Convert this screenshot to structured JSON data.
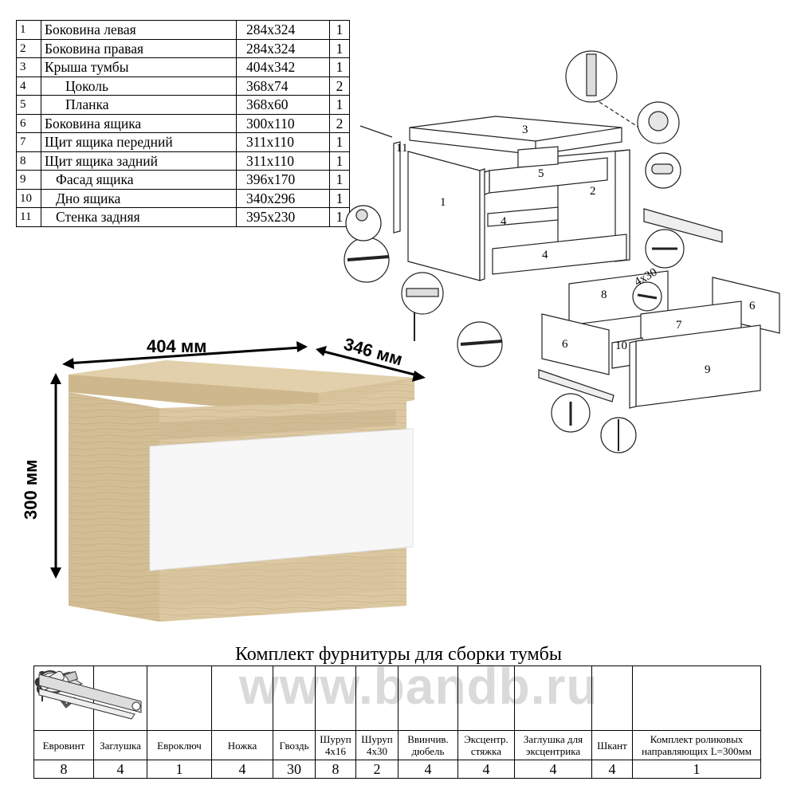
{
  "parts_table": {
    "rows": [
      {
        "num": "1",
        "name": "Боковина левая",
        "size": "284x324",
        "qty": "1"
      },
      {
        "num": "2",
        "name": "Боковина правая",
        "size": "284x324",
        "qty": "1"
      },
      {
        "num": "3",
        "name": "Крыша тумбы",
        "size": "404x342",
        "qty": "1"
      },
      {
        "num": "4",
        "name": "Цоколь",
        "size": "368x74",
        "qty": "2"
      },
      {
        "num": "5",
        "name": "Планка",
        "size": "368x60",
        "qty": "1"
      },
      {
        "num": "6",
        "name": "Боковина ящика",
        "size": "300x110",
        "qty": "2"
      },
      {
        "num": "7",
        "name": "Щит ящика передний",
        "size": "311x110",
        "qty": "1"
      },
      {
        "num": "8",
        "name": "Щит ящика задний",
        "size": "311x110",
        "qty": "1"
      },
      {
        "num": "9",
        "name": "Фасад ящика",
        "size": "396x170",
        "qty": "1"
      },
      {
        "num": "10",
        "name": "Дно ящика",
        "size": "340x296",
        "qty": "1"
      },
      {
        "num": "11",
        "name": "Стенка задняя",
        "size": "395x230",
        "qty": "1"
      }
    ]
  },
  "dimensions": {
    "width": "404 мм",
    "depth": "346 мм",
    "height": "300 мм"
  },
  "diagram_labels": {
    "p1": "1",
    "p2": "2",
    "p3": "3",
    "p4a": "4",
    "p4b": "4",
    "p5": "5",
    "p6a": "6",
    "p6b": "6",
    "p7": "7",
    "p8": "8",
    "p9": "9",
    "p10": "10",
    "p11": "11",
    "screw": "4x30"
  },
  "hardware": {
    "title": "Комплект фурнитуры для сборки тумбы",
    "watermark": "www.bandb.ru",
    "items": [
      {
        "icon": "eurovint-screw-icon",
        "name1": "Евровинт",
        "name2": "",
        "qty": "8"
      },
      {
        "icon": "cap-plug-icon",
        "name1": "Заглушка",
        "name2": "",
        "qty": "4"
      },
      {
        "icon": "hex-key-icon",
        "name1": "Евроключ",
        "name2": "",
        "qty": "1"
      },
      {
        "icon": "furniture-leg-icon",
        "name1": "Ножка",
        "name2": "",
        "qty": "4"
      },
      {
        "icon": "nail-icon",
        "name1": "Гвоздь",
        "name2": "",
        "qty": "30"
      },
      {
        "icon": "screw-small-icon",
        "name1": "Шуруп",
        "name2": "4x16",
        "qty": "8"
      },
      {
        "icon": "screw-long-icon",
        "name1": "Шуруп",
        "name2": "4x30",
        "qty": "2"
      },
      {
        "icon": "dowel-icon",
        "name1": "Ввинчив.",
        "name2": "дюбель",
        "qty": "4"
      },
      {
        "icon": "cam-lock-icon",
        "name1": "Эксцентр.",
        "name2": "стяжка",
        "qty": "4"
      },
      {
        "icon": "cam-cap-icon",
        "name1": "Заглушка для",
        "name2": "эксцентрика",
        "qty": "4"
      },
      {
        "icon": "wood-dowel-icon",
        "name1": "Шкант",
        "name2": "",
        "qty": "4"
      },
      {
        "icon": "roller-rail-icon",
        "name1": "Комплект роликовых",
        "name2": "направляющих L=300мм",
        "qty": "1"
      }
    ]
  },
  "colors": {
    "wood": "#d9c6a0",
    "wood_dark": "#c4ad84",
    "front": "#f6f6f6"
  }
}
